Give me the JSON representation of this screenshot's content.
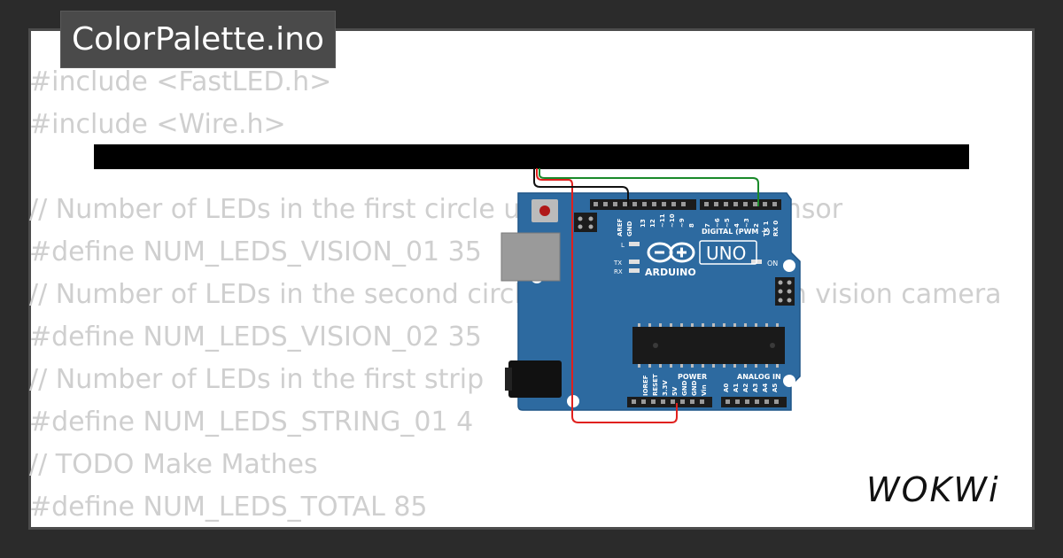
{
  "title": "ColorPalette.ino",
  "code_lines": [
    "#include <FastLED.h>",
    "#include <Wire.h>",
    "",
    "// Number of LEDs in the first circle used for proximity sensor",
    "#define NUM_LEDS_VISION_01 35",
    "// Number of LEDs in the second circle used for the person vision camera",
    "#define NUM_LEDS_VISION_02 35",
    "// Number of LEDs in the first strip",
    "#define NUM_LEDS_STRING_01 4",
    "// TODO Make Mathes",
    "#define NUM_LEDS_TOTAL 85"
  ],
  "board": {
    "model": "UNO",
    "brand": "ARDUINO",
    "digital_header": "DIGITAL (PWM ~)",
    "power_label": "POWER",
    "analog_label": "ANALOG IN",
    "led_l": "L",
    "led_tx": "TX",
    "led_rx": "RX",
    "led_on": "ON",
    "top_pins": [
      "AREF",
      "GND",
      "13",
      "12",
      "~11",
      "~10",
      "~9",
      "8",
      "7",
      "~6",
      "~5",
      "4",
      "~3",
      "2",
      "TX 1",
      "RX 0"
    ],
    "power_pins": [
      "IOREF",
      "RESET",
      "3.3V",
      "5V",
      "GND",
      "GND",
      "Vin"
    ],
    "analog_pins": [
      "A0",
      "A1",
      "A2",
      "A3",
      "A4",
      "A5"
    ]
  },
  "logo_text": "WOKWi",
  "colors": {
    "background": "#2b2b2b",
    "board_blue": "#2d6aa0",
    "wire_red": "#e0201e",
    "wire_black": "#111111",
    "wire_green": "#1a8a2a",
    "code_text": "#cfcfcf"
  }
}
